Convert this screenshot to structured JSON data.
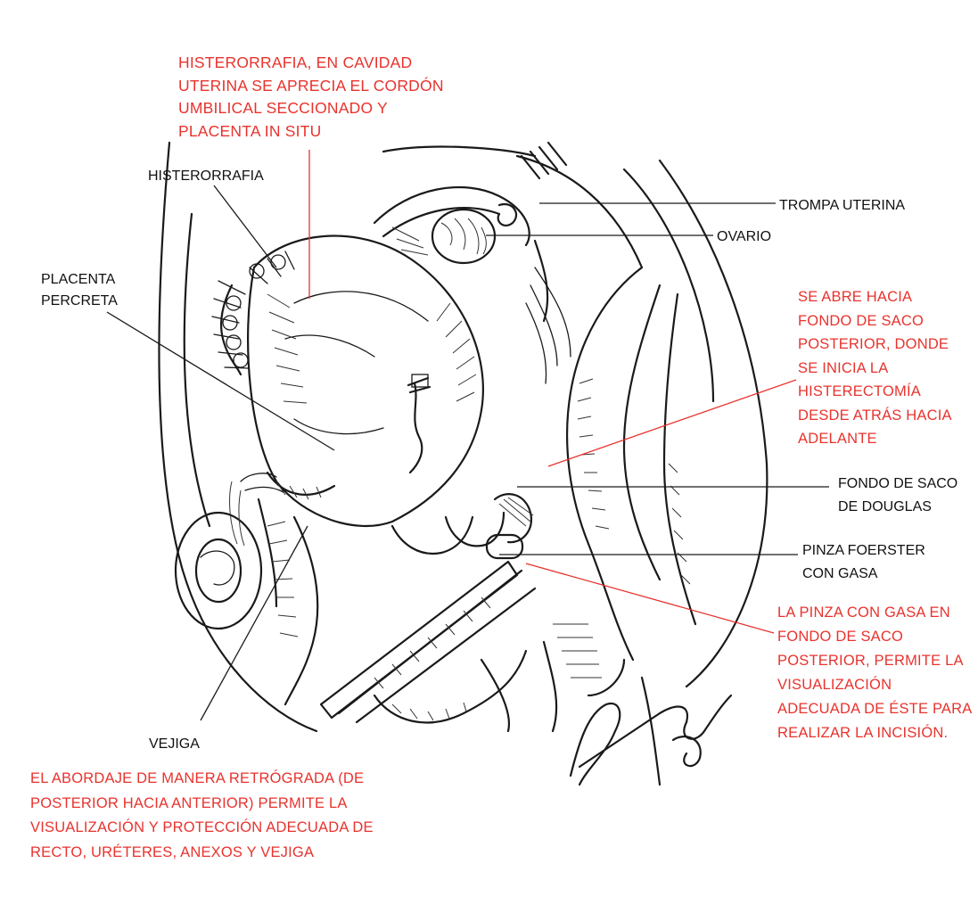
{
  "colors": {
    "annotation_red": "#e8332e",
    "ink": "#1a1a1a",
    "background": "#ffffff"
  },
  "labels": {
    "histerorrafia_note": "HISTERORRAFIA, EN CAVIDAD\nUTERINA SE APRECIA EL CORDÓN\nUMBILICAL SECCIONADO Y\nPLACENTA IN SITU",
    "histerorrafia": "HISTERORRAFIA",
    "placenta_percreta": "PLACENTA\nPERCRETA",
    "trompa_uterina": "TROMPA UTERINA",
    "ovario": "OVARIO",
    "fondo_saco_note": "SE ABRE HACIA\nFONDO DE SACO\nPOSTERIOR, DONDE\nSE INICIA LA\nHISTERECTOMÍA\nDESDE ATRÁS HACIA\nADELANTE",
    "fondo_saco_douglas": "FONDO DE SACO\nDE DOUGLAS",
    "pinza_foerster": "PINZA FOERSTER\nCON GASA",
    "pinza_note": "LA PINZA CON GASA EN\nFONDO DE SACO\nPOSTERIOR, PERMITE LA\nVISUALIZACIÓN\nADECUADA DE ÉSTE PARA\nREALIZAR LA INCISIÓN.",
    "vejiga": "VEJIGA",
    "abordaje_note": "EL ABORDAJE DE MANERA RETRÓGRADA (DE\nPOSTERIOR HACIA ANTERIOR) PERMITE LA\nVISUALIZACIÓN Y PROTECCIÓN ADECUADA DE\nRECTO, URÉTERES, ANEXOS Y VEJIGA"
  },
  "signature": "Francisca Félix"
}
